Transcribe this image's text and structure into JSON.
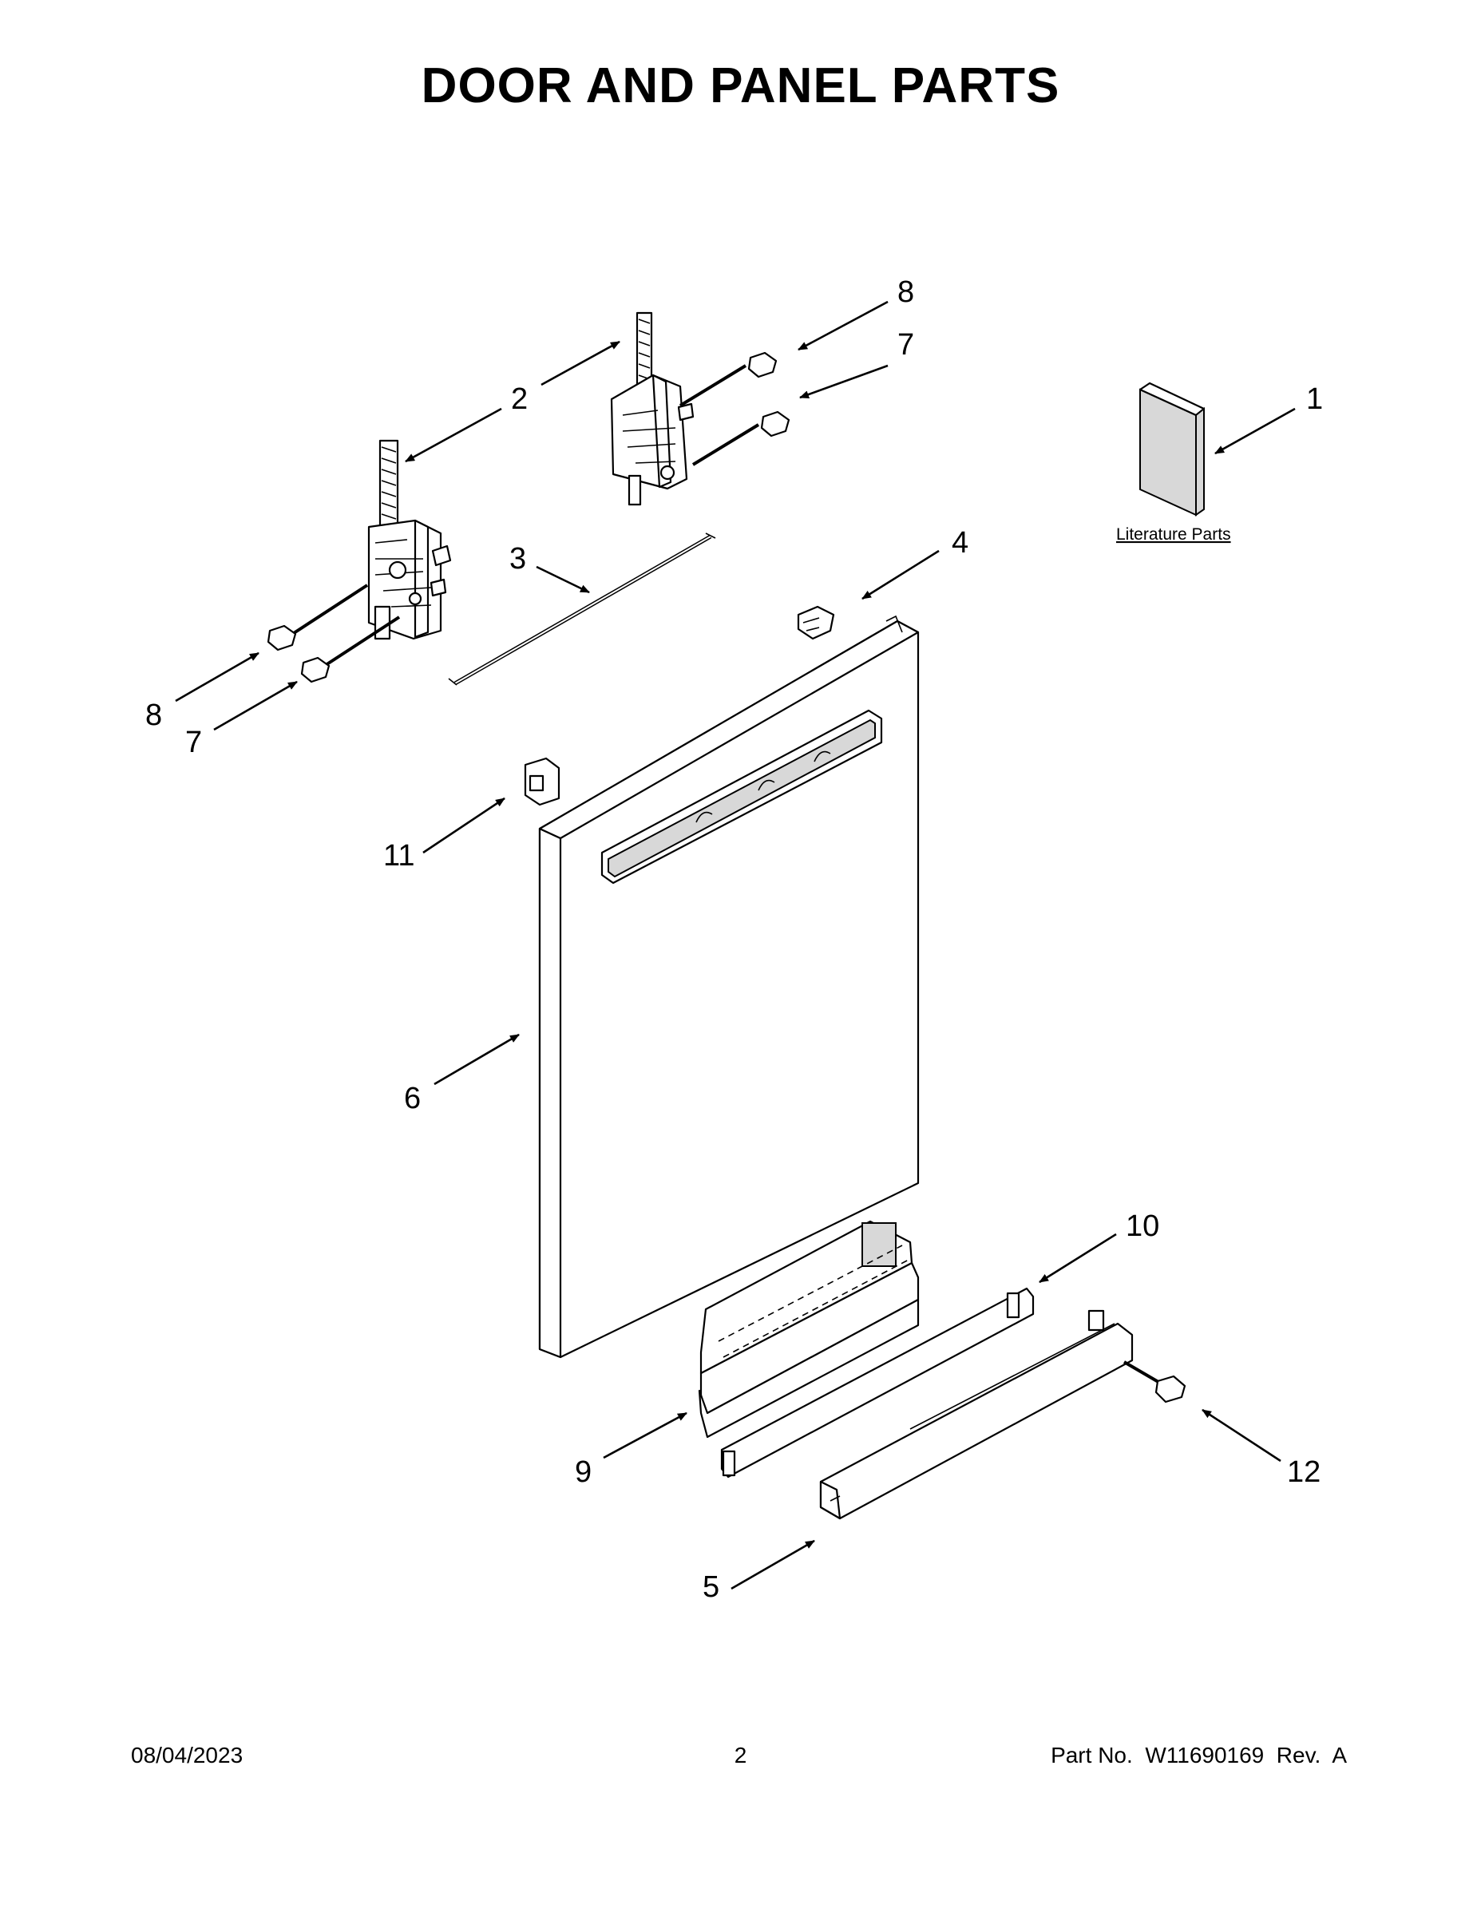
{
  "title": "DOOR AND PANEL PARTS",
  "literature_label": "Literature Parts",
  "callouts": {
    "c1": "1",
    "c2": "2",
    "c3": "3",
    "c4": "4",
    "c5": "5",
    "c6": "6",
    "c7_left": "7",
    "c7_right": "7",
    "c8_left": "8",
    "c8_right": "8",
    "c9": "9",
    "c10": "10",
    "c11": "11",
    "c12": "12"
  },
  "footer": {
    "date": "08/04/2023",
    "page": "2",
    "part_no": "Part No.  W11690169  Rev.  A"
  }
}
